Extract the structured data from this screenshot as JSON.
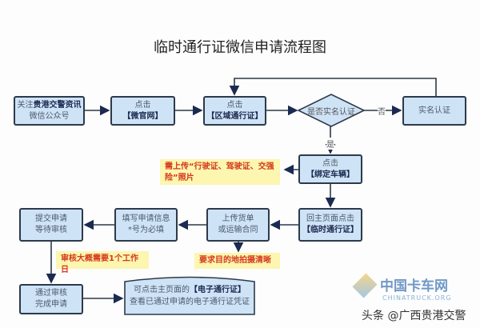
{
  "title": "临时通行证微信申请流程图",
  "nodes": {
    "follow": {
      "line1_prefix": "关注",
      "line1_bold": "贵港交警资讯",
      "line2": "微信公众号"
    },
    "wechat_site": {
      "line1": "点击",
      "line2": "【微官网】"
    },
    "area_pass": {
      "line1": "点击",
      "line2": "【区域通行证】"
    },
    "decision": "是否实名认证",
    "realname": "实名认证",
    "bind": {
      "line1": "点击",
      "line2": "【绑定车辆】"
    },
    "home_temp": {
      "line1": "回主页面点击",
      "line2": "【临时通行证】"
    },
    "upload": {
      "line1": "上传货单",
      "line2": "或运输合同"
    },
    "fill": {
      "line1": "填写申请信息",
      "line2": "*号为必填"
    },
    "submit": {
      "line1": "提交申请",
      "line2": "等待审核"
    },
    "approved": {
      "line1": "通过审核",
      "line2": "完成申请"
    },
    "epass": {
      "line1_prefix": "可点击主页面的",
      "line1_bold": "【电子通行证】",
      "line2": "查看已通过申请的电子通行证凭证"
    }
  },
  "labels": {
    "no": "否",
    "yes": "是"
  },
  "notes": {
    "bind_note": "需上传“行驶证、驾驶证、交强险”照片",
    "upload_note": "要求目的地拍摄清晰",
    "review_note": "审核大概需要1个工作日"
  },
  "watermark": {
    "logo_cn": "中国卡车网",
    "logo_en": "CHINATRUCK.ORG",
    "source": "头条 @广西贵港交警"
  },
  "colors": {
    "box": "#cfe3f7",
    "border": "#2d3a4a",
    "note": "#fdf6b0",
    "note_text": "#d4381a"
  }
}
